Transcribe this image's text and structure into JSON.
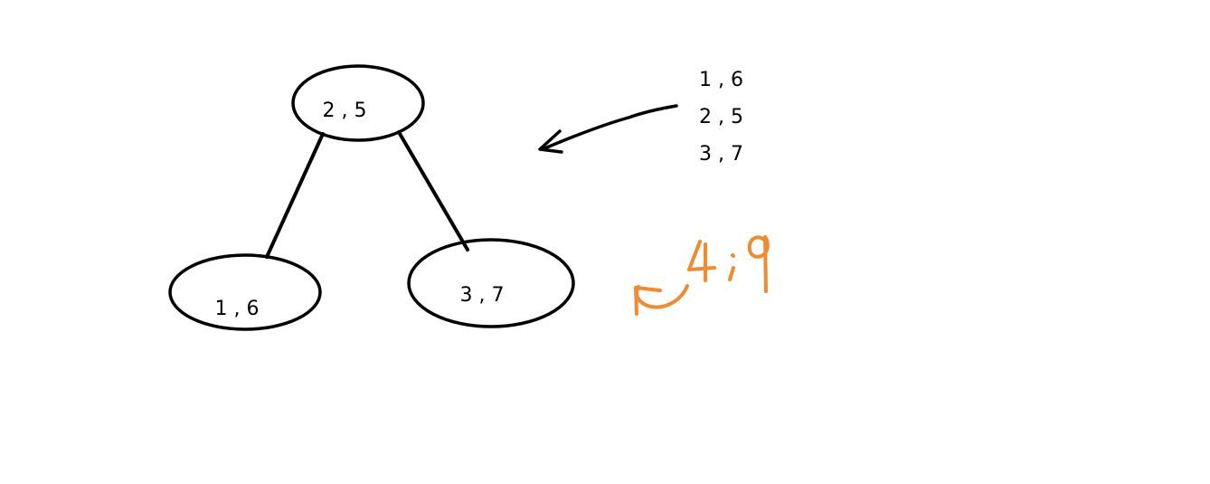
{
  "diagram": {
    "nodes": [
      {
        "id": "root",
        "label": "2 , 5"
      },
      {
        "id": "left",
        "label": "1 ,  6"
      },
      {
        "id": "right",
        "label": "3 , 7"
      }
    ],
    "edges": [
      {
        "from": "root",
        "to": "left"
      },
      {
        "from": "root",
        "to": "right"
      }
    ],
    "input_list": [
      "1 , 6",
      "2 , 5",
      "3 , 7"
    ],
    "annotation": {
      "text": "4 ; 9",
      "color": "#f28a30"
    }
  }
}
